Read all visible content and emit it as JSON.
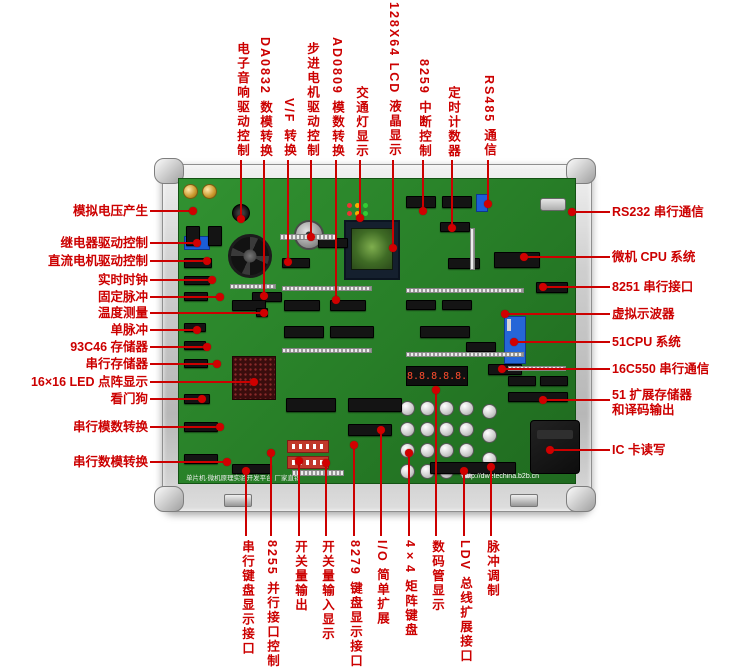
{
  "labels": {
    "top": [
      "电子音响驱动控制",
      "DA0832 数模转换",
      "V/F 转换",
      "步进电机驱动控制",
      "AD0809 模数转换",
      "交通灯显示",
      "128X64 LCD 液晶显示",
      "8259 中断控制",
      "定时计数器",
      "RS485 通信"
    ],
    "left": [
      "模拟电压产生",
      "继电器驱动控制",
      "直流电机驱动控制",
      "实时时钟",
      "固定脉冲",
      "温度测量",
      "单脉冲",
      "93C46 存储器",
      "串行存储器",
      "16×16 LED 点阵显示",
      "看门狗",
      "串行模数转换",
      "串行数模转换"
    ],
    "right": [
      "RS232 串行通信",
      "微机 CPU 系统",
      "8251 串行接口",
      "虚拟示波器",
      "51CPU 系统",
      "16C550 串行通信",
      "51 扩展存储器",
      "和译码输出",
      "IC 卡读写"
    ],
    "bottom": [
      "串行键盘显示接口",
      "8255 并行接口控制",
      "开关量输出",
      "开关量输入显示",
      "8279 键盘显示接口",
      "I/O 简单扩展",
      "4×4 矩阵键盘",
      "数码管显示",
      "LDV 总线扩展接口",
      "脉冲调制"
    ]
  },
  "board": {
    "seven_segment": "8.8.8.8.8.8",
    "footer_left": "单片机·微机原理实验开发平台  厂家直销",
    "footer_right": "Http://dwetechina.b2b.cn"
  },
  "colors": {
    "label_red": "#cc0000",
    "pcb_green": "#2e8b2e",
    "case_silver": "#cfcfcf",
    "zif_blue": "#2566d8"
  }
}
